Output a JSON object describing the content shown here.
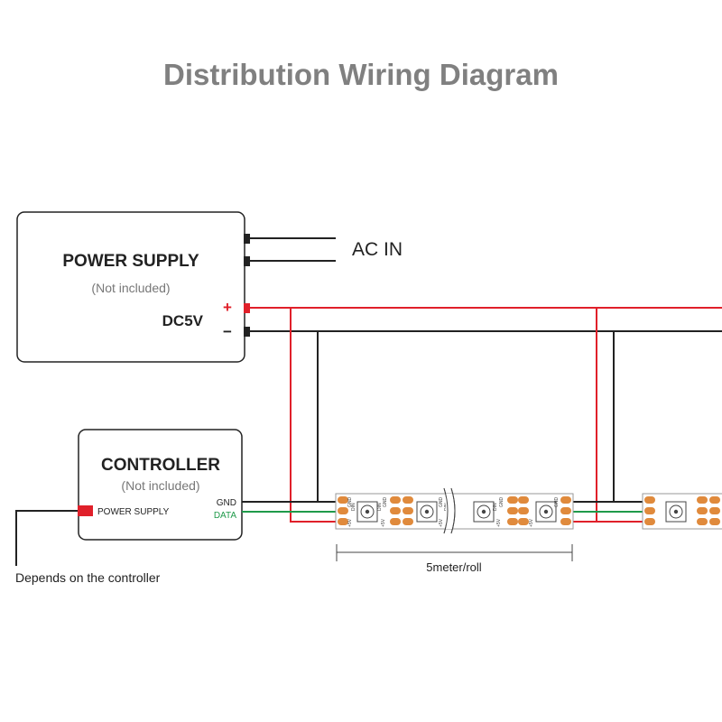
{
  "title": "Distribution Wiring Diagram",
  "power_supply": {
    "label": "POWER SUPPLY",
    "note": "(Not included)",
    "voltage": "DC5V",
    "plus": "+",
    "minus": "−"
  },
  "ac_in": "AC IN",
  "controller": {
    "label": "CONTROLLER",
    "note": "(Not included)",
    "gnd": "GND",
    "data": "DATA",
    "power_port": "POWER SUPPLY"
  },
  "depends_note": "Depends on the controller",
  "strip_length": "5meter/roll",
  "pad_labels": [
    "+5V",
    "DIN",
    "GND"
  ],
  "colors": {
    "title": "#808080",
    "red_wire": "#e0202a",
    "black_wire": "#1a1a1a",
    "green_wire": "#1f9a4a",
    "pad": "#e08a3c",
    "strip_outline": "#999999",
    "data_label": "#1f9a4a"
  }
}
